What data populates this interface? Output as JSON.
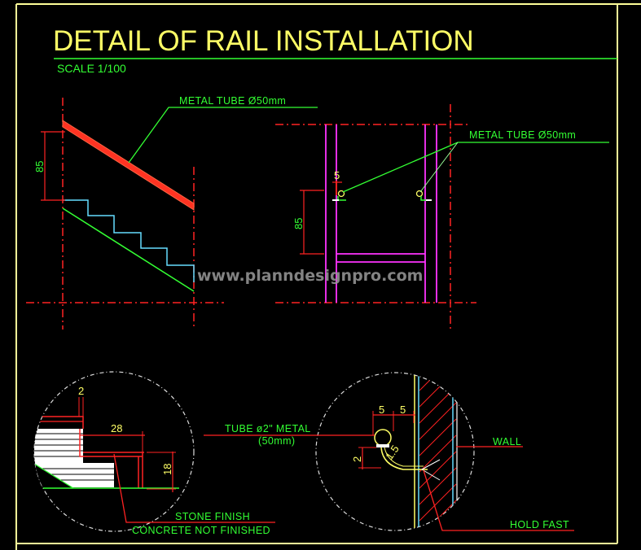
{
  "drawing": {
    "title": "DETAIL OF RAIL INSTALLATION",
    "scale": "SCALE 1/100",
    "watermark": "www.planndesignpro.com",
    "colors": {
      "background": "#000000",
      "frame": "#ffff99",
      "title": "#ffff66",
      "annotation": "#33ff33",
      "centerline": "#ff2222",
      "rail": "#ff3322",
      "stairs": "#66ddff",
      "post": "#ff33ff",
      "hatch": "#ff2222"
    }
  },
  "stair_section": {
    "leader_label": "METAL TUBE Ø50mm",
    "dim_height": "85"
  },
  "rail_elevation": {
    "leader_label": "METAL TUBE Ø50mm",
    "dim_height": "85",
    "dim_small": "5"
  },
  "step_detail": {
    "dim_top": "2",
    "dim_tread": "28",
    "dim_riser": "18",
    "label_1": "STONE FINISH",
    "label_2": "CONCRETE NOT FINISHED"
  },
  "wall_detail": {
    "tube_label_1": "TUBE ø2\" METAL",
    "tube_label_2": "(50mm)",
    "dim_5a": "5",
    "dim_5b": "5",
    "dim_2": "2",
    "dim_15": "1.5",
    "wall_label": "WALL",
    "hold_fast_label": "HOLD FAST"
  }
}
